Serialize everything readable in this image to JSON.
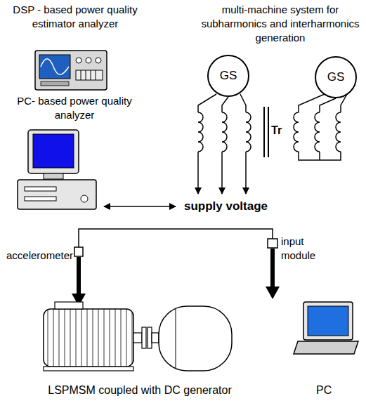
{
  "diagram": {
    "nodes": [
      {
        "text": [
          "GS"
        ]
      },
      {
        "text": [
          "GS"
        ]
      }
    ],
    "labels": [
      "DSP - based power quality estimator analyzer",
      "multi-machine system for subharmonics and interharmonics generation",
      "PC- based power quality analyzer",
      "Tr",
      "supply voltage",
      "accelerometer",
      "input module",
      "LSPMSM coupled with DC generator",
      "PC"
    ]
  }
}
